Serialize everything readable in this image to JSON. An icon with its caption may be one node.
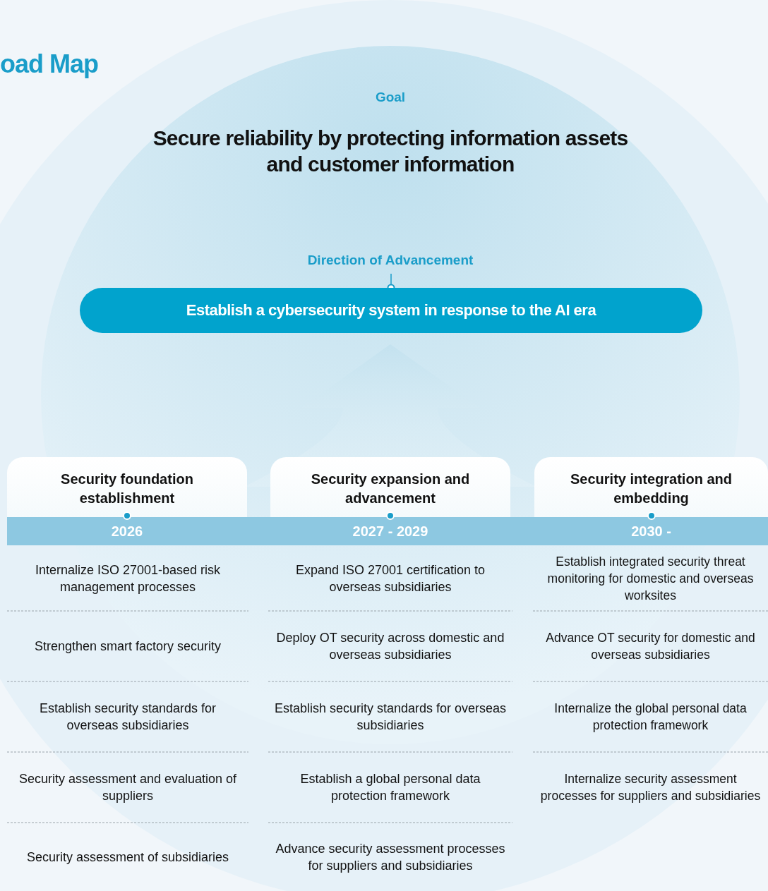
{
  "diagram": {
    "title": "oad Map",
    "nodes": [
      {
        "text": [
          "Goal",
          "Secure reliability by protecting information assets and customer information"
        ]
      },
      {
        "text": [
          "Direction of Advancement"
        ]
      },
      {
        "text": [
          "Establish a cybersecurity system in response to the AI era"
        ]
      },
      {
        "text": [
          "Security foundation establishment",
          "2026"
        ]
      },
      {
        "text": [
          "Security expansion and advancement",
          "2027 - 2029"
        ]
      },
      {
        "text": [
          "Security integration and embedding",
          "2030 -"
        ]
      }
    ],
    "edges": [
      {
        "from": 1,
        "to": 2,
        "arrow": "other"
      }
    ],
    "labels": [
      "Internalize ISO 27001-based risk management processes",
      "Expand ISO 27001 certification to overseas subsidiaries",
      "Establish integrated security threat monitoring for domestic and overseas worksites",
      "Strengthen smart factory security",
      "Deploy OT security across domestic and overseas subsidiaries",
      "Advance OT security for domestic and overseas subsidiaries",
      "Establish security standards for overseas subsidiaries",
      "Establish security standards for overseas subsidiaries",
      "Internalize the global personal data protection framework",
      "Security assessment and evaluation of suppliers",
      "Establish a global personal data protection framework",
      "Internalize security assessment processes for suppliers and subsidiaries",
      "Security assessment of subsidiaries",
      "Advance security assessment processes for suppliers and subsidiaries"
    ]
  }
}
